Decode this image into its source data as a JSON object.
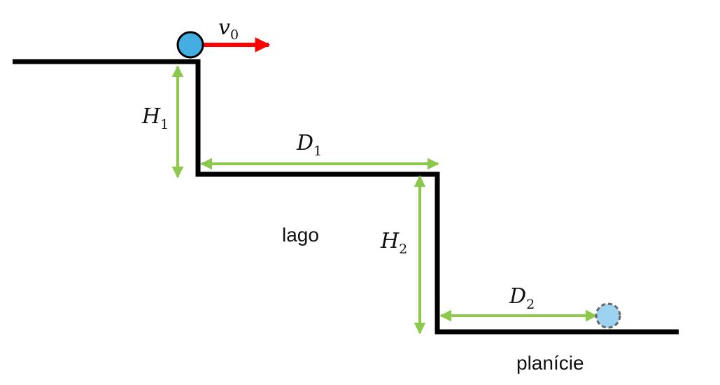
{
  "labels": {
    "velocity": {
      "symbol": "v",
      "subscript": "0"
    },
    "height_1": {
      "symbol": "H",
      "subscript": "1"
    },
    "height_2": {
      "symbol": "H",
      "subscript": "2"
    },
    "distance_1": {
      "symbol": "D",
      "subscript": "1"
    },
    "distance_2": {
      "symbol": "D",
      "subscript": "2"
    },
    "lake": "lago",
    "plain": "planície"
  },
  "colors": {
    "terrain": "#000000",
    "dimension_arrows": "#8cc84b",
    "velocity_arrow": "#ff0000",
    "ball_initial": "#43aee2",
    "ball_final": "#9dd3f0",
    "ball_final_outline": "#666666"
  },
  "icons": {
    "ball_initial": "ball-initial-icon",
    "ball_final": "ball-final-icon"
  }
}
